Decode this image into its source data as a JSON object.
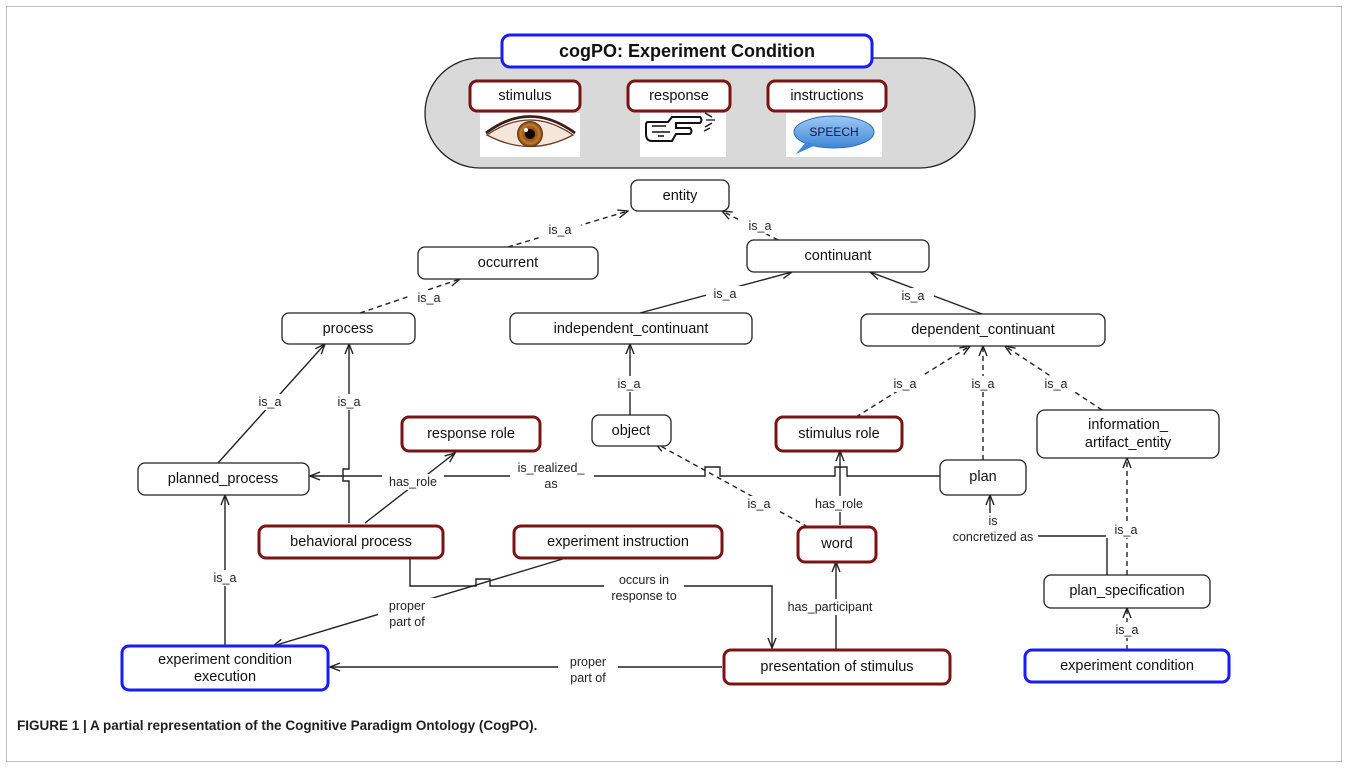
{
  "title": "cogPO: Experiment Condition",
  "header_items": [
    {
      "label": "stimulus",
      "icon": "eye-icon"
    },
    {
      "label": "response",
      "icon": "pointing-hand-icon"
    },
    {
      "label": "instructions",
      "icon": "speech-bubble-icon",
      "bubble_text": "SPEECH"
    }
  ],
  "nodes": {
    "entity": "entity",
    "occurrent": "occurrent",
    "continuant": "continuant",
    "process": "process",
    "independent_continuant": "independent_continuant",
    "dependent_continuant": "dependent_continuant",
    "response_role": "response role",
    "object": "object",
    "stimulus_role": "stimulus role",
    "information_artifact_entity": [
      "information_",
      "artifact_entity"
    ],
    "planned_process": "planned_process",
    "plan": "plan",
    "behavioral_process": "behavioral process",
    "experiment_instruction": "experiment instruction",
    "word": "word",
    "plan_specification": "plan_specification",
    "experiment_condition_execution": [
      "experiment condition",
      "execution"
    ],
    "presentation_of_stimulus": "presentation of stimulus",
    "experiment_condition": "experiment condition"
  },
  "edge_labels": {
    "is_a": "is_a",
    "has_role": "has_role",
    "is_realized_as": [
      "is_realized_",
      "as"
    ],
    "is_concretized_as": [
      "is",
      "concretized as"
    ],
    "occurs_in_response_to": [
      "occurs in",
      "response to"
    ],
    "proper_part_of": [
      "proper",
      "part of"
    ],
    "has_participant": "has_participant"
  },
  "colors": {
    "blue_border": "#1a1aff",
    "red_border": "#7a1414",
    "black_border": "#222222",
    "capsule_fill": "#d9d9d9"
  },
  "caption": "FIGURE 1 | A partial representation of the Cognitive Paradigm Ontology (CogPO)."
}
